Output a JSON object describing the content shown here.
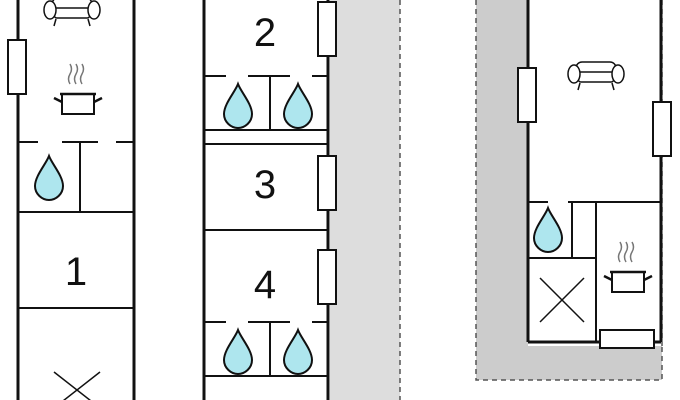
{
  "floorplan": {
    "rooms": [
      {
        "label": "1"
      },
      {
        "label": "2"
      },
      {
        "label": "3"
      },
      {
        "label": "4"
      }
    ],
    "colors": {
      "wall": "#111111",
      "water": "#aee6ee",
      "shade": "#dddddd",
      "shade_dark": "#cccccc",
      "line": "#444444"
    }
  }
}
